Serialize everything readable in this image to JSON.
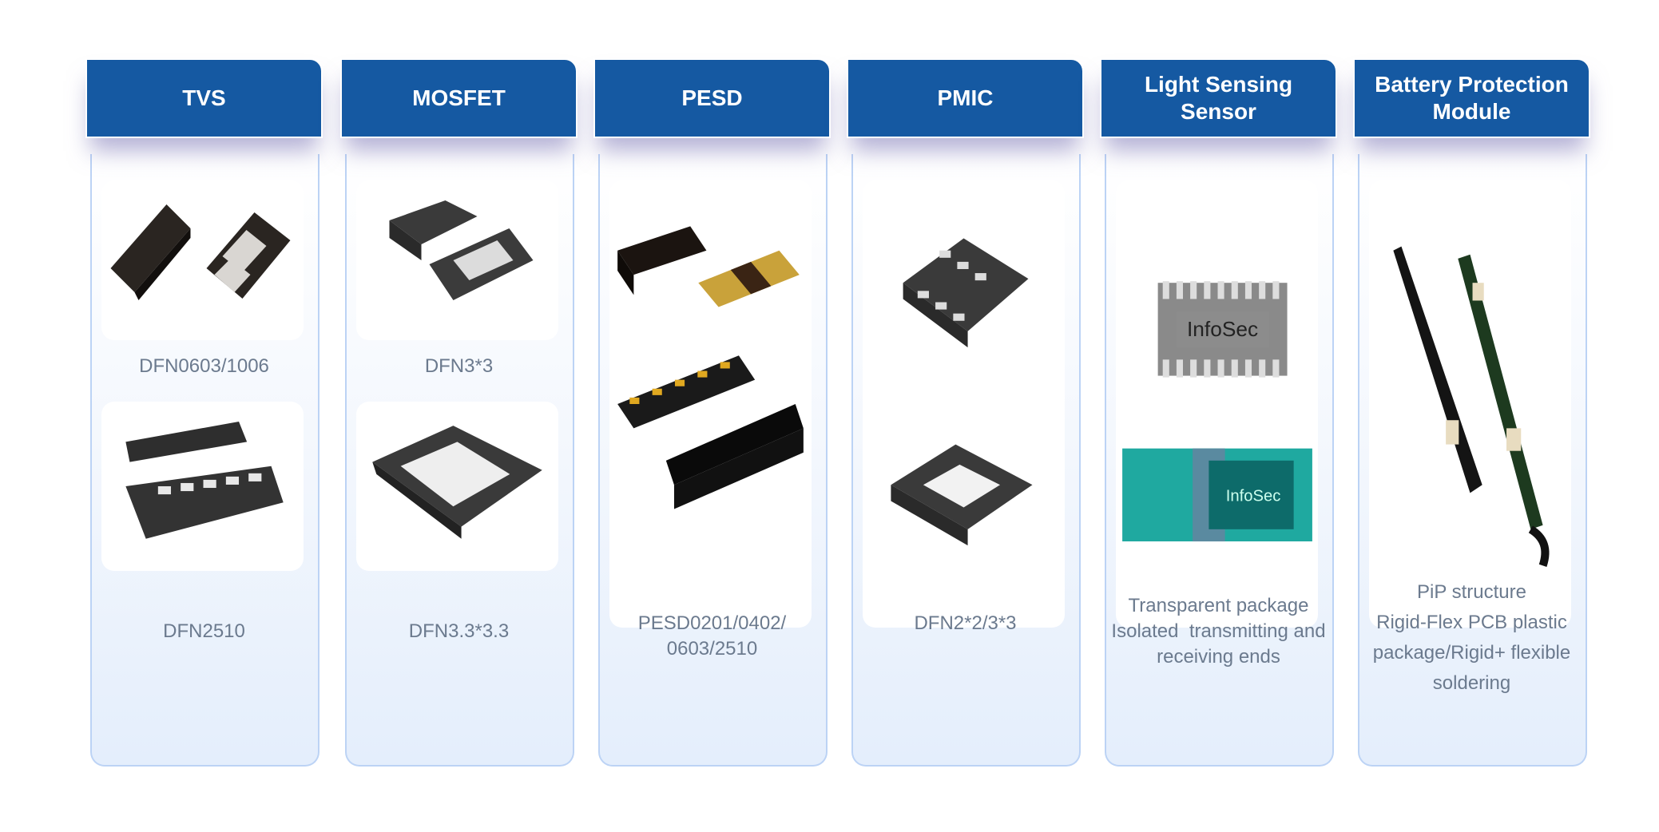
{
  "columns": [
    {
      "title": "TVS",
      "images": [
        "dfn0603-chip",
        "dfn2510-chip"
      ],
      "labels": [
        "DFN0603/1006",
        "DFN2510"
      ]
    },
    {
      "title": "MOSFET",
      "images": [
        "dfn3x3-chip",
        "dfn33-chip"
      ],
      "labels": [
        "DFN3*3",
        "DFN3.3*3.3"
      ]
    },
    {
      "title": "PESD",
      "images": [
        "pesd-chips"
      ],
      "labels": [
        "PESD0201/0402/\n0603/2510"
      ]
    },
    {
      "title": "PMIC",
      "images": [
        "pmic-chips"
      ],
      "labels": [
        "DFN2*2/3*3"
      ]
    },
    {
      "title": "Light Sensing Sensor",
      "images": [
        "light-sensor"
      ],
      "image_text": "InfoSec",
      "labels": [
        "Transparent package\nIsolated  transmitting and\nreceiving ends"
      ]
    },
    {
      "title": "Battery Protection Module",
      "images": [
        "battery-flex-pcb"
      ],
      "labels": [
        "PiP structure\nRigid-Flex PCB plastic\npackage/Rigid+ flexible\nsoldering"
      ]
    }
  ],
  "colors": {
    "header": "#1559a2",
    "label": "#6b7a8e",
    "border": "#bcd3f5"
  }
}
